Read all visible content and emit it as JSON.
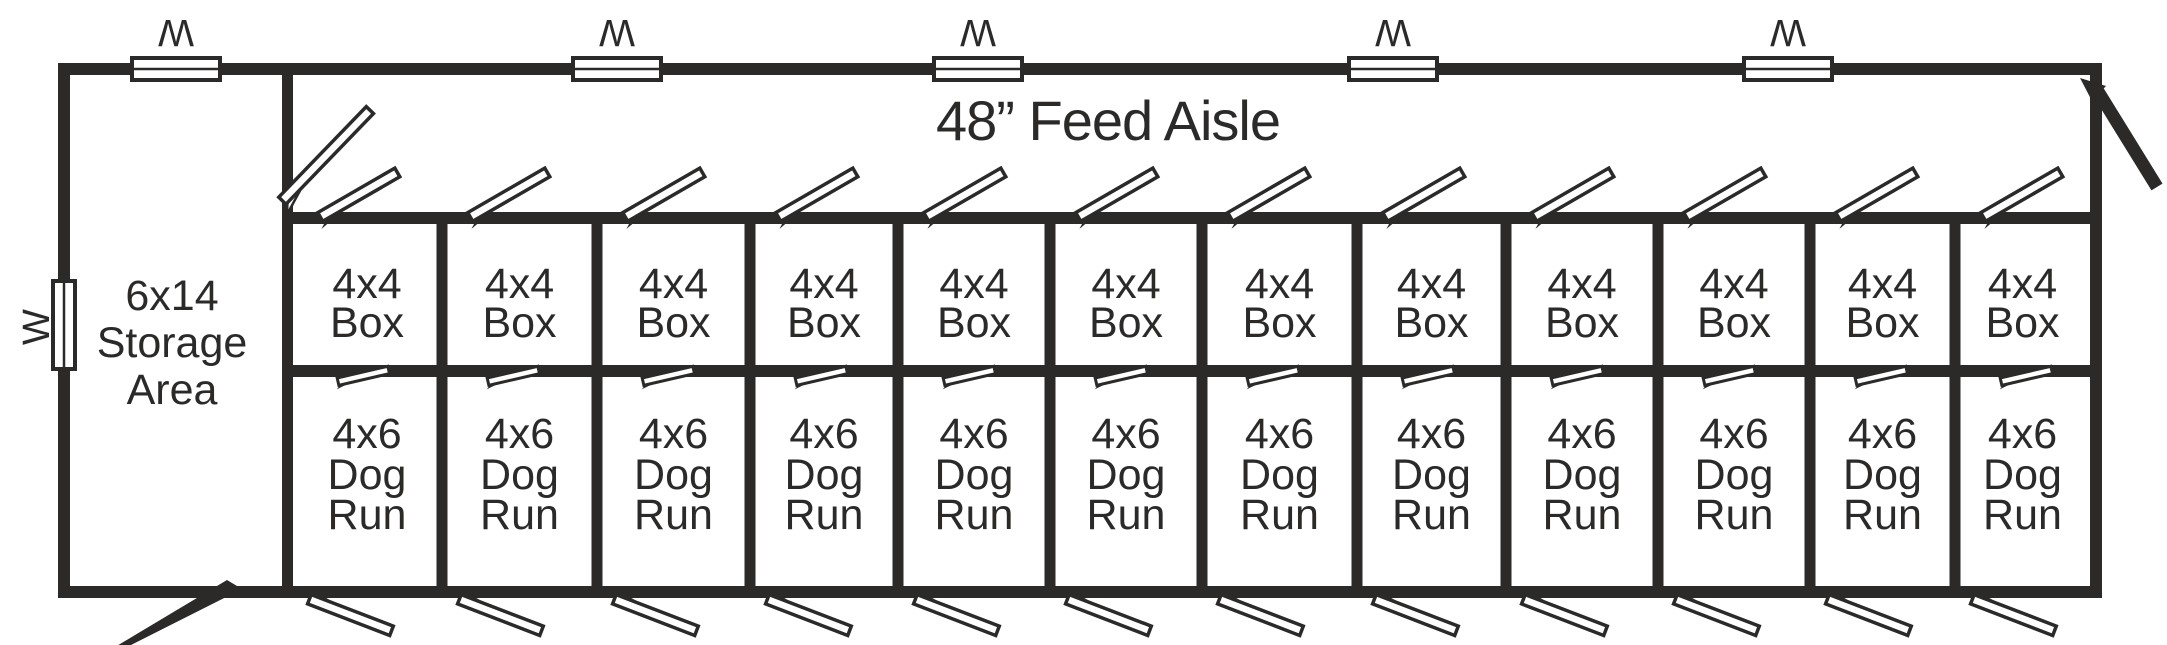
{
  "diagram": {
    "background": "#ffffff",
    "ink_color": "#2b2a29",
    "feed_aisle": {
      "label": "48” Feed Aisle"
    },
    "storage_area": {
      "lines": [
        "6x14",
        "Storage",
        "Area"
      ]
    },
    "box": {
      "lines": [
        "4x4",
        "Box"
      ],
      "count": 12
    },
    "dog_run": {
      "lines": [
        "4x6",
        "Dog",
        "Run"
      ],
      "count": 12
    },
    "window": {
      "label": "W",
      "top_wall_count": 5,
      "left_wall_count": 1
    },
    "icons": {
      "window": "wall-window-symbol",
      "swing_door": "open-door-swing-symbol",
      "hatch_door": "small-hatch-door-symbol",
      "exterior_door": "solid-door-leaf-symbol"
    }
  }
}
